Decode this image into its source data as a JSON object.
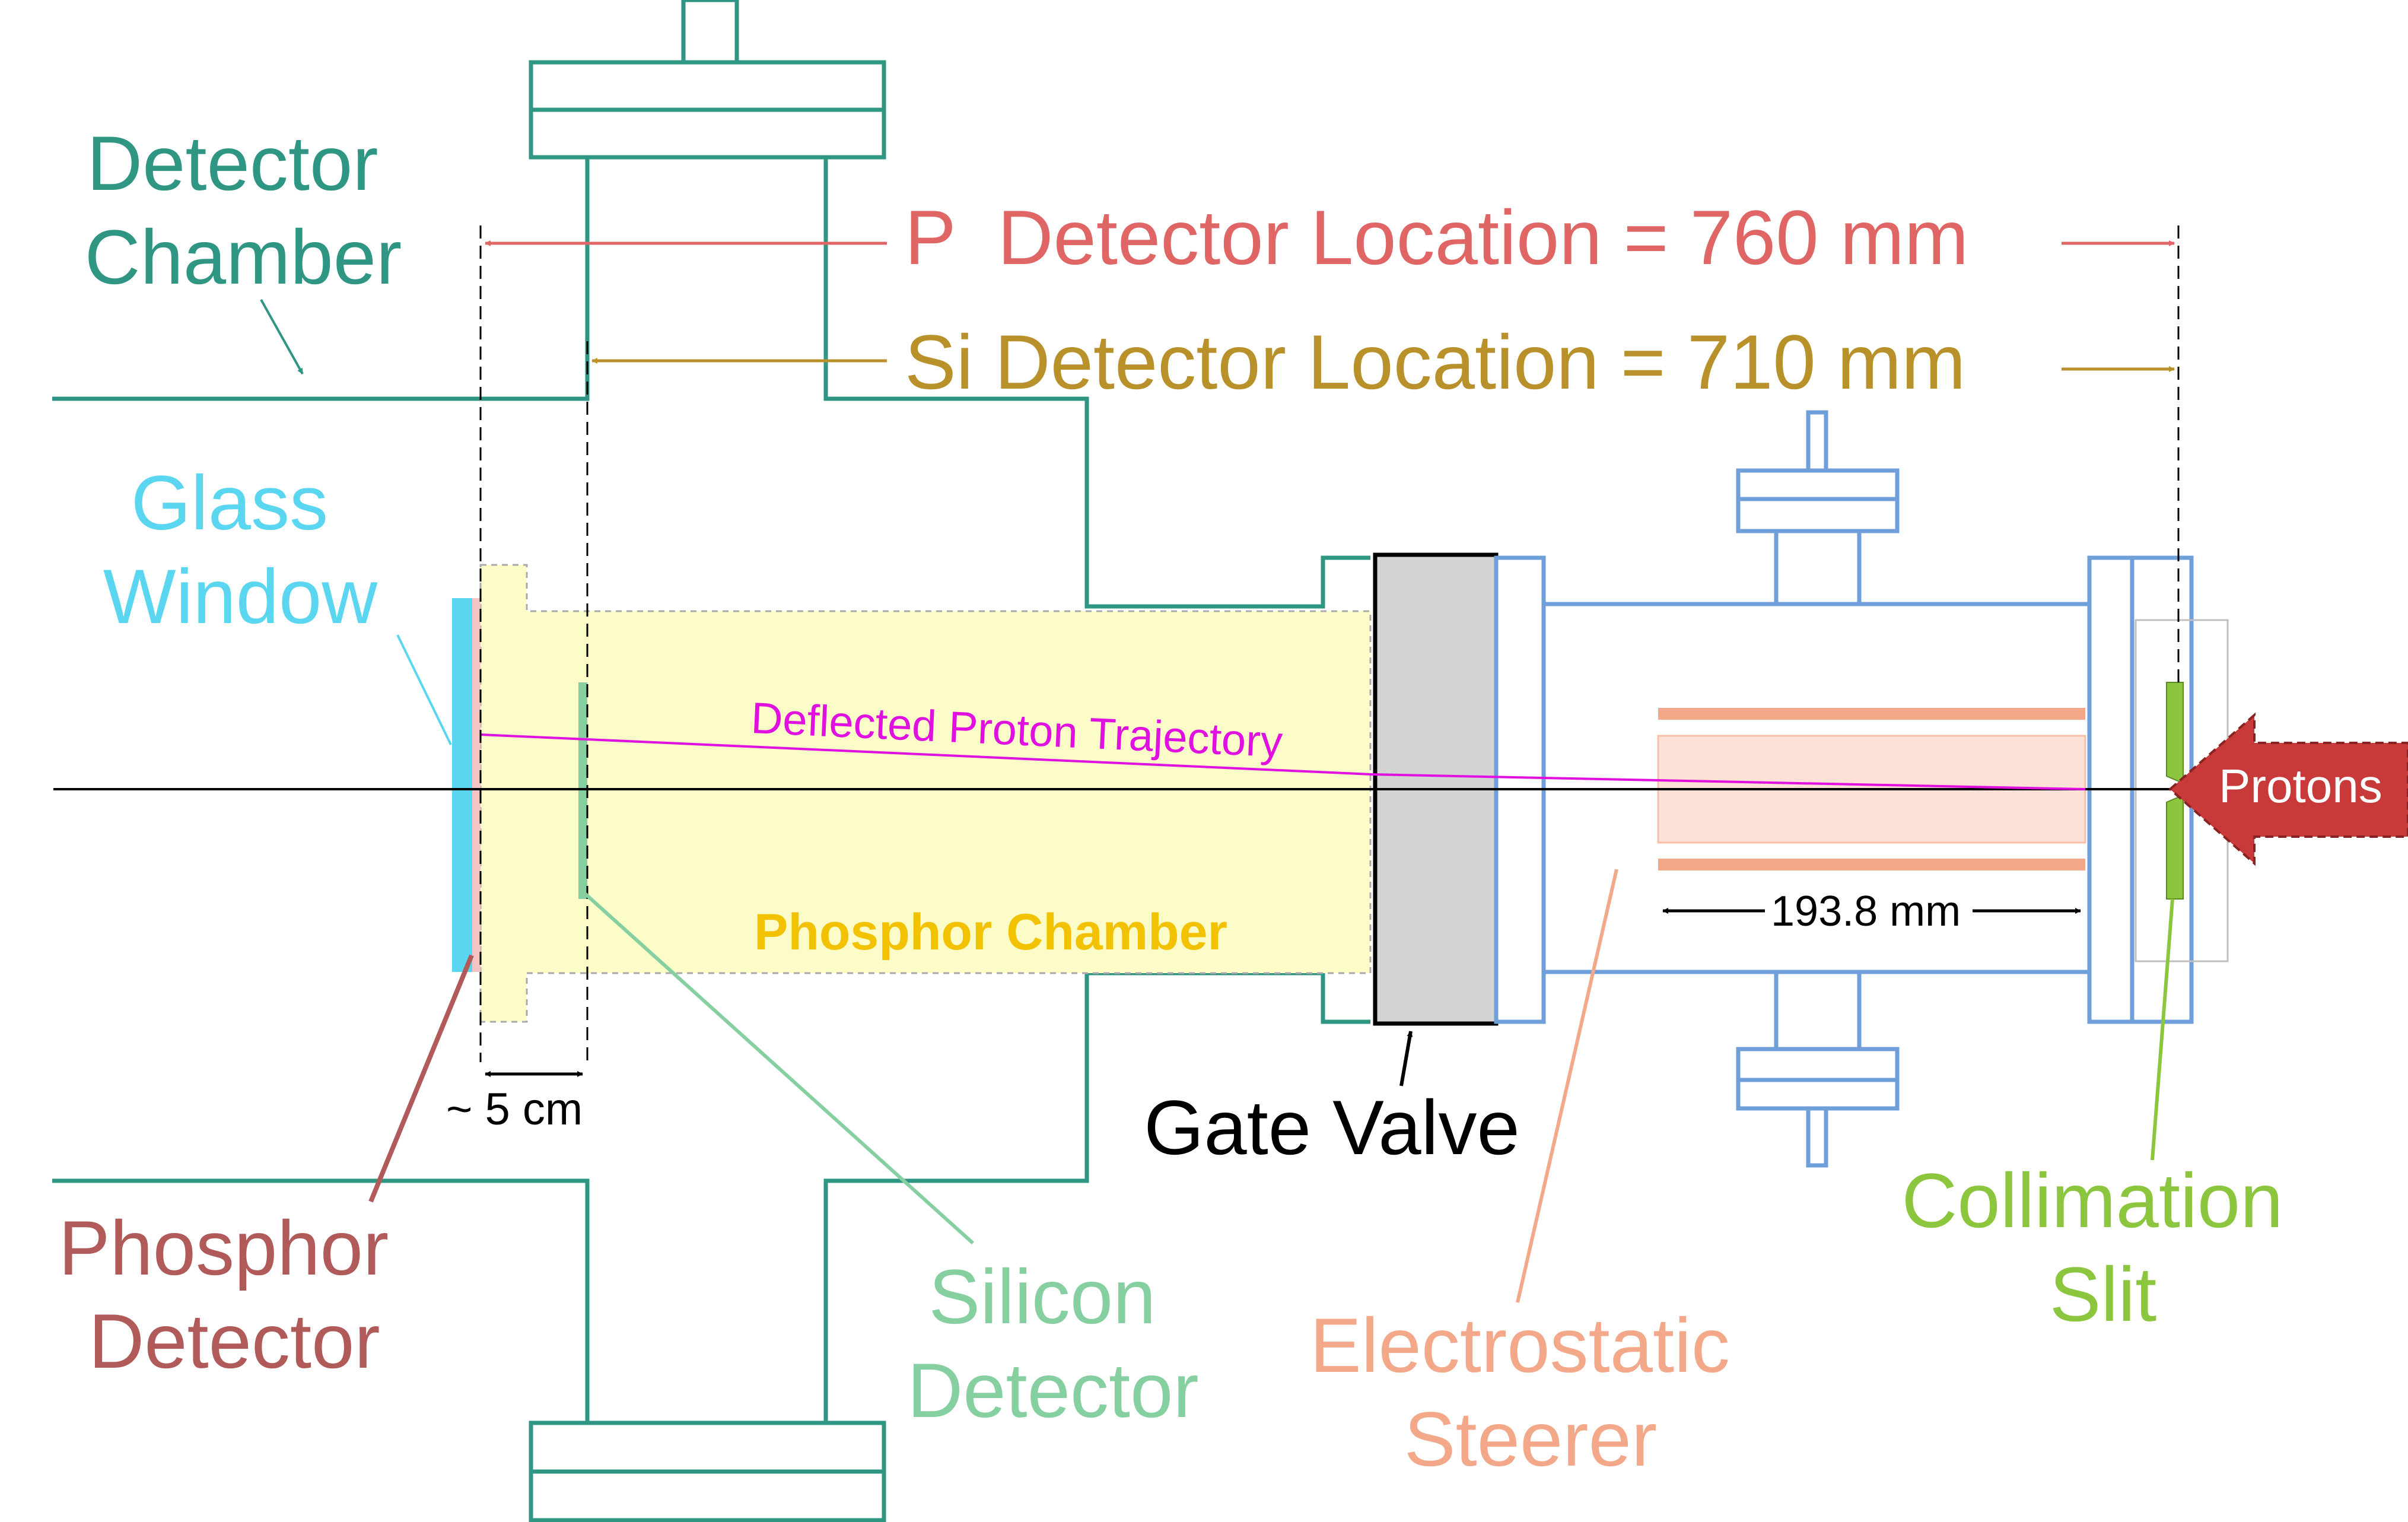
{
  "labels": {
    "detector_chamber": [
      "Detector",
      "Chamber"
    ],
    "glass_window": [
      "Glass",
      "Window"
    ],
    "phosphor_detector": [
      "Phosphor",
      "Detector"
    ],
    "silicon_detector": [
      "Silicon",
      "Detector"
    ],
    "electrostatic_steerer": [
      "Electrostatic",
      "Steerer"
    ],
    "collimation_slit": [
      "Collimation",
      "Slit"
    ],
    "gate_valve": "Gate Valve",
    "phosphor_chamber": "Phosphor Chamber",
    "deflected_trajectory": "Deflected Proton Trajectory",
    "protons": "Protons"
  },
  "dimensions": {
    "p_detector_location": "P  Detector Location = 760 mm",
    "si_detector_location": "Si Detector Location = 710 mm",
    "steerer_length": "193.8 mm",
    "detector_gap": "~ 5 cm"
  },
  "colors": {
    "chamber": "#2e9682",
    "glass": "#5ad6f0",
    "phosphor_detector": "#b05a5a",
    "silicon_detector": "#86cfa0",
    "phosphor_chamber_fill": "#fcfcc8",
    "phosphor_chamber_text": "#f2c200",
    "steerer": "#f4a88a",
    "steerer_fill": "#fde0d6",
    "collimation": "#8cc63f",
    "gate_valve_fill": "#d3d3d3",
    "beamline": "#6f9fd8",
    "p_dimension": "#e06666",
    "si_dimension": "#b8912a",
    "trajectory": "#e010e0",
    "protons_arrow": "#c83a3a"
  }
}
